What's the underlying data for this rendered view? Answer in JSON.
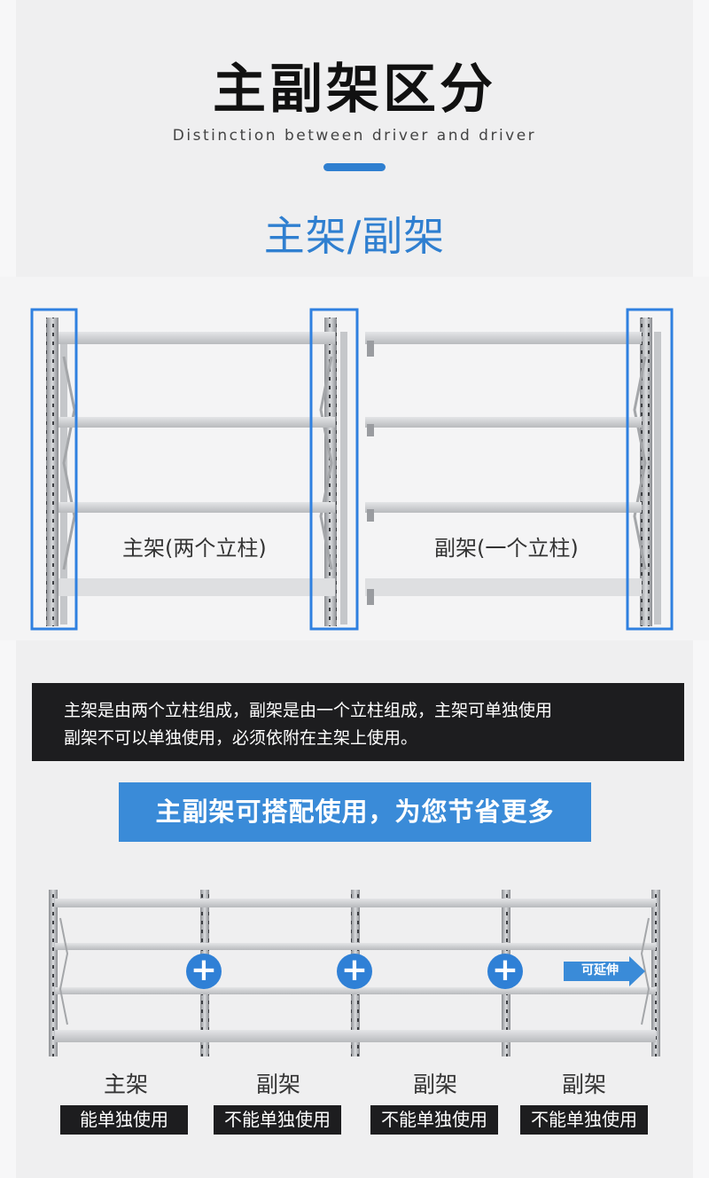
{
  "header": {
    "title": "主副架区分",
    "subtitle": "Distinction between driver and driver"
  },
  "section": {
    "title": "主架/副架"
  },
  "racks": {
    "main_label": "主架(两个立柱)",
    "sub_label": "副架(一个立柱)"
  },
  "description": {
    "line1": "主架是由两个立柱组成，副架是由一个立柱组成，主架可单独使用",
    "line2": "副架不可以单独使用，必须依附在主架上使用。"
  },
  "banner": {
    "text": "主副架可搭配使用，为您节省更多"
  },
  "combo": {
    "plus_symbol": "+",
    "extend_label": "可延伸",
    "columns": [
      {
        "name": "主架",
        "usage": "能单独使用"
      },
      {
        "name": "副架",
        "usage": "不能单独使用"
      },
      {
        "name": "副架",
        "usage": "不能单独使用"
      },
      {
        "name": "副架",
        "usage": "不能单独使用"
      }
    ]
  },
  "colors": {
    "accent": "#2f7fd0",
    "dark": "#1d1d1f",
    "banner": "#3a8bd8",
    "highlight_box": "#2f80e0"
  }
}
